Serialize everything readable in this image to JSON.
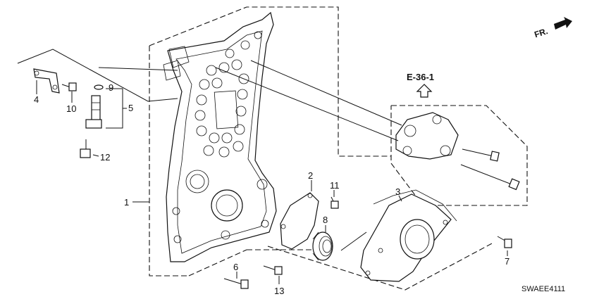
{
  "diagram": {
    "callouts": [
      "1",
      "2",
      "3",
      "4",
      "5",
      "6",
      "7",
      "8",
      "9",
      "10",
      "11",
      "12",
      "13"
    ],
    "reference": "E-36-1",
    "direction_marker": "FR.",
    "diagram_code": "SWAEE4111"
  }
}
